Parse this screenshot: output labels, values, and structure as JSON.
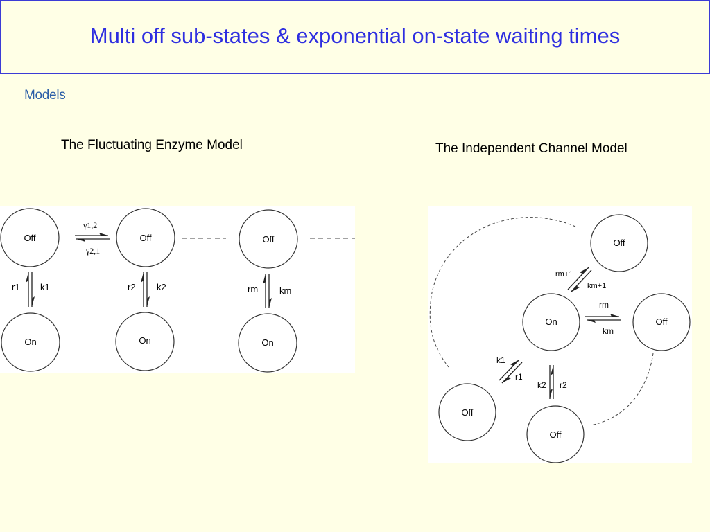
{
  "title": "Multi off sub-states & exponential on-state waiting times",
  "section_label": "Models",
  "colors": {
    "background": "#FFFFE6",
    "title_text": "#2E2EE0",
    "title_border": "#3B3BD6",
    "section_label": "#2C5FA8"
  },
  "fluctuating_model": {
    "caption": "The Fluctuating Enzyme Model",
    "off_label": "Off",
    "on_label": "On",
    "transition_top": "γ1,2",
    "transition_bottom": "γ2,1",
    "columns": [
      {
        "r": "r1",
        "k": "k1"
      },
      {
        "r": "r2",
        "k": "k2"
      },
      {
        "r": "rm",
        "k": "km"
      }
    ]
  },
  "independent_model": {
    "caption": "The Independent Channel Model",
    "on_label": "On",
    "off_label": "Off",
    "pair_top": {
      "r": "rm+1",
      "k": "km+1"
    },
    "pair_right": {
      "r": "rm",
      "k": "km"
    },
    "pair_bottom_left": {
      "k": "k1",
      "r": "r1"
    },
    "pair_bottom": {
      "k": "k2",
      "r": "r2"
    }
  }
}
